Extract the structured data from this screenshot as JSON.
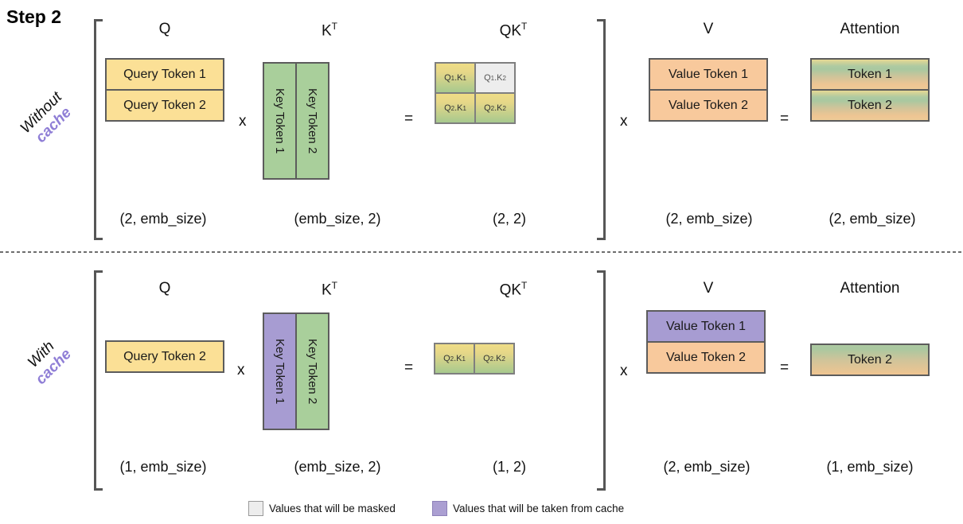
{
  "step_label": "Step 2",
  "colors": {
    "yellow": "#fbe096",
    "green": "#a9cf9b",
    "orange": "#f8c99c",
    "purple": "#a79cd2",
    "masked": "#ededed",
    "accent_text": "#8f7ed6"
  },
  "rows": [
    {
      "side_label": {
        "line1": "Without",
        "line2": "cache"
      },
      "q": {
        "title": "Q",
        "cells": [
          "Query Token 1",
          "Query Token 2"
        ],
        "shape": "(2, emb_size)"
      },
      "kt": {
        "title_base": "K",
        "title_sup": "T",
        "cells": [
          "Key Token 1",
          "Key Token 2"
        ],
        "shape": "(emb_size, 2)"
      },
      "qkt": {
        "title_base": "QK",
        "title_sup": "T",
        "shape": "(2, 2)",
        "cells": [
          {
            "t1": "Q",
            "s1": "1",
            "sep": ".",
            "t2": "K",
            "s2": "1",
            "masked": false
          },
          {
            "t1": "Q",
            "s1": "1",
            "sep": ".",
            "t2": "K",
            "s2": "2",
            "masked": true
          },
          {
            "t1": "Q",
            "s1": "2",
            "sep": ".",
            "t2": "K",
            "s2": "1",
            "masked": false
          },
          {
            "t1": "Q",
            "s1": "2",
            "sep": ".",
            "t2": "K",
            "s2": "2",
            "masked": false
          }
        ]
      },
      "v": {
        "title": "V",
        "cells": [
          "Value Token 1",
          "Value Token 2"
        ],
        "shape": "(2, emb_size)"
      },
      "attention": {
        "title": "Attention",
        "cells": [
          "Token 1",
          "Token 2"
        ],
        "shape": "(2, emb_size)"
      },
      "operators": {
        "times1": "x",
        "equals1": "=",
        "times2": "x",
        "equals2": "="
      }
    },
    {
      "side_label": {
        "line1": "With",
        "line2": "cache"
      },
      "q": {
        "title": "Q",
        "cells": [
          "Query Token 2"
        ],
        "shape": "(1, emb_size)"
      },
      "kt": {
        "title_base": "K",
        "title_sup": "T",
        "cells": [
          "Key Token 1",
          "Key Token 2"
        ],
        "shape": "(emb_size, 2)"
      },
      "qkt": {
        "title_base": "QK",
        "title_sup": "T",
        "shape": "(1, 2)",
        "cells": [
          {
            "t1": "Q",
            "s1": "2",
            "sep": ".",
            "t2": "K",
            "s2": "1",
            "masked": false
          },
          {
            "t1": "Q",
            "s1": "2",
            "sep": ".",
            "t2": "K",
            "s2": "2",
            "masked": false
          }
        ]
      },
      "v": {
        "title": "V",
        "cells": [
          "Value Token 1",
          "Value Token 2"
        ],
        "shape": "(2, emb_size)"
      },
      "attention": {
        "title": "Attention",
        "cells": [
          "Token 2"
        ],
        "shape": "(1, emb_size)"
      },
      "operators": {
        "times1": "x",
        "equals1": "=",
        "times2": "x",
        "equals2": "="
      }
    }
  ],
  "legend": [
    {
      "label": "Values that will be masked"
    },
    {
      "label": "Values that will be taken from cache"
    }
  ]
}
